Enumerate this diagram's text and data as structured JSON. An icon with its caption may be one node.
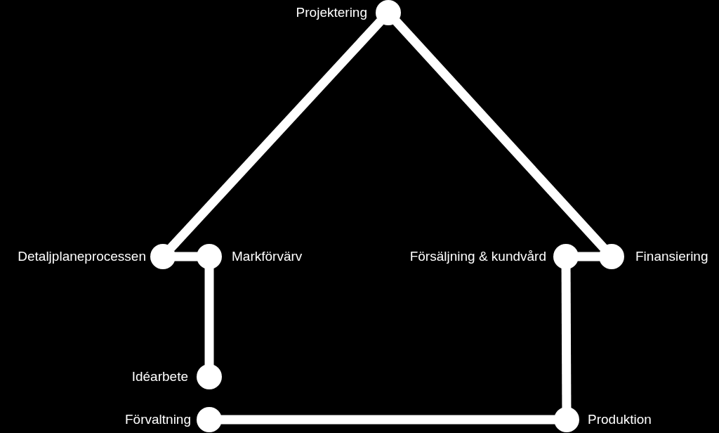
{
  "diagram": {
    "nodes": [
      {
        "text": [],
        "shape": "circle",
        "beside": [
          "Projektering"
        ]
      },
      {
        "text": [],
        "shape": "circle",
        "beside": [
          "Detaljplaneprocessen"
        ]
      },
      {
        "text": [],
        "shape": "circle",
        "beside": [
          "Markförvärv"
        ]
      },
      {
        "text": [],
        "shape": "circle",
        "beside": [
          "Försäljning & kundvård"
        ]
      },
      {
        "text": [],
        "shape": "circle",
        "beside": [
          "Finansiering"
        ]
      },
      {
        "text": [],
        "shape": "circle",
        "beside": [
          "Idéarbete"
        ]
      },
      {
        "text": [],
        "shape": "circle",
        "beside": [
          "Förvaltning"
        ]
      },
      {
        "text": [],
        "shape": "circle",
        "beside": [
          "Produktion"
        ]
      }
    ],
    "edges": [
      {
        "from": 5,
        "to": 2,
        "arrow": "none"
      },
      {
        "from": 2,
        "to": 1,
        "arrow": "none"
      },
      {
        "from": 1,
        "to": 0,
        "arrow": "none"
      },
      {
        "from": 0,
        "to": 4,
        "arrow": "none"
      },
      {
        "from": 4,
        "to": 3,
        "arrow": "none"
      },
      {
        "from": 3,
        "to": 7,
        "arrow": "none"
      },
      {
        "from": 7,
        "to": 6,
        "arrow": "none"
      }
    ]
  }
}
